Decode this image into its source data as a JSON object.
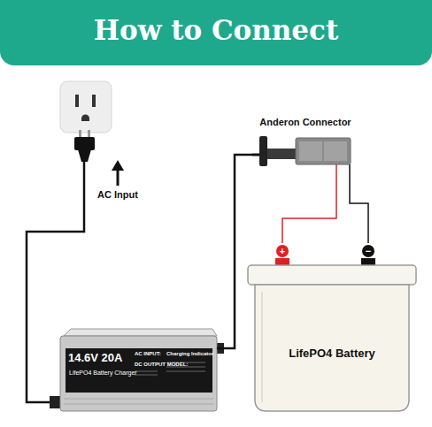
{
  "diagram": {
    "title": "How to Connect",
    "nodes": [
      {
        "text": [
          "Anderon Connector"
        ]
      },
      {
        "text": [
          "LifePO4 Battery"
        ]
      },
      {
        "text": [
          "14.6V 20A",
          "LifePO4 Battery Charger",
          "AC INPUT:",
          "DC OUTPUT MODEL:",
          "Charging Indicator"
        ]
      }
    ],
    "edges": [
      {
        "from": 2,
        "to": 0,
        "arrow": "none"
      },
      {
        "from": 0,
        "to": 1,
        "arrow": "none"
      },
      {
        "from": 0,
        "to": 1,
        "arrow": "none"
      }
    ],
    "labels": [
      "AC Input",
      "+",
      "−"
    ]
  }
}
